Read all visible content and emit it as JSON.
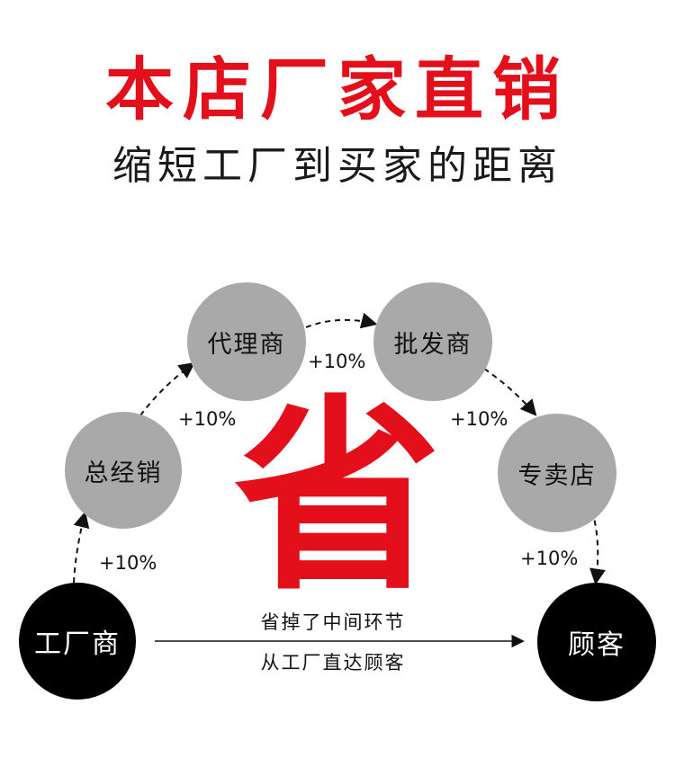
{
  "header": {
    "title": "本店厂家直销",
    "subtitle": "缩短工厂到买家的距离"
  },
  "nodes": {
    "factory": "工厂商",
    "general_distributor": "总经销",
    "agent": "代理商",
    "wholesaler": "批发商",
    "store": "专卖店",
    "customer": "顾客"
  },
  "markups": [
    "+10%",
    "+10%",
    "+10%",
    "+10%",
    "+10%"
  ],
  "center": {
    "big_char": "省",
    "line1": "省掉了中间环节",
    "line2": "从工厂直达顾客"
  },
  "colors": {
    "accent_red": "#e3101c",
    "node_grey": "#a9a9a9",
    "node_black": "#000000"
  }
}
